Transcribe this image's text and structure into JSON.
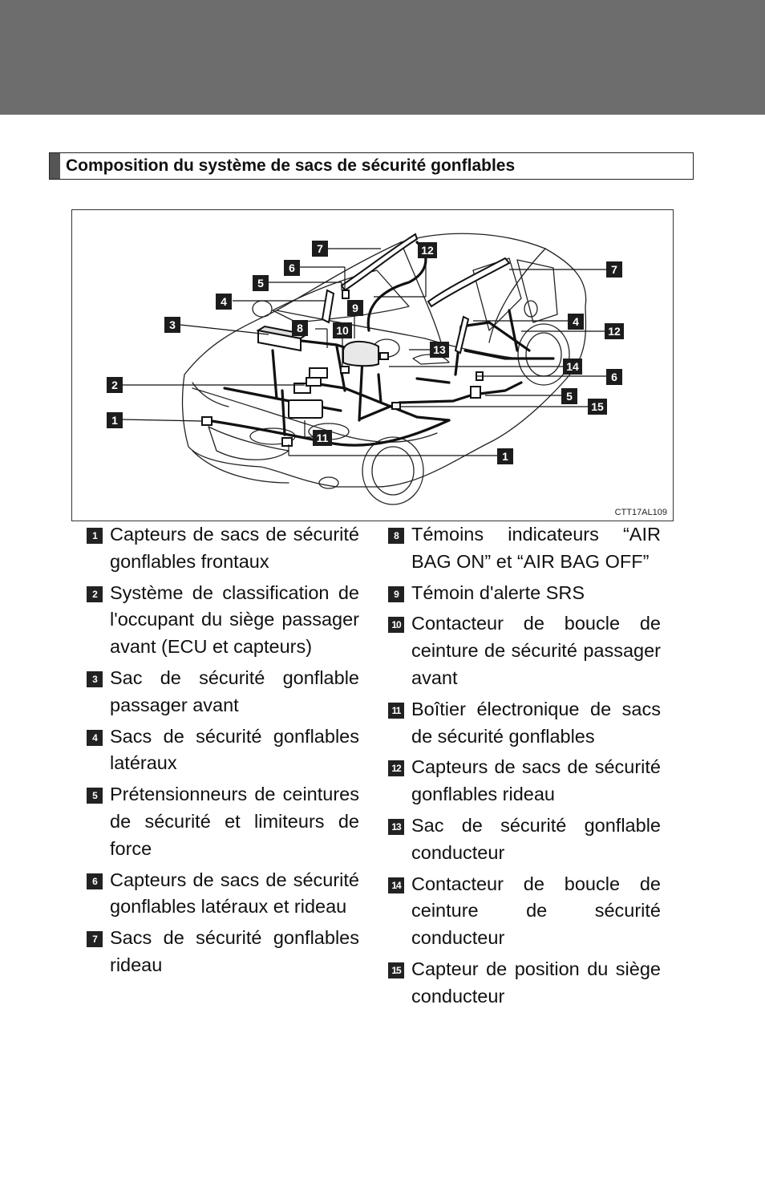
{
  "section": {
    "title": "Composition du système de sacs de sécurité gonflables"
  },
  "figure": {
    "code": "CTT17AL109"
  },
  "callouts": [
    "1",
    "2",
    "3",
    "4",
    "5",
    "6",
    "7",
    "8",
    "9",
    "10",
    "11",
    "12",
    "13",
    "14",
    "15"
  ],
  "legend_left": [
    {
      "num": "1",
      "text": "Capteurs de sacs de sécurité gonflables frontaux"
    },
    {
      "num": "2",
      "text": "Système de classification de l'occupant du siège passager avant (ECU et capteurs)"
    },
    {
      "num": "3",
      "text": "Sac de sécurité gonflable passager avant"
    },
    {
      "num": "4",
      "text": "Sacs de sécurité gonflables latéraux"
    },
    {
      "num": "5",
      "text": "Prétensionneurs de ceintures de sécurité et limiteurs de force"
    },
    {
      "num": "6",
      "text": "Capteurs de sacs de sécurité gonflables latéraux et rideau"
    },
    {
      "num": "7",
      "text": "Sacs de sécurité gonflables rideau"
    }
  ],
  "legend_right": [
    {
      "num": "8",
      "text": "Témoins indicateurs “AIR BAG ON” et “AIR BAG OFF”"
    },
    {
      "num": "9",
      "text": "Témoin d'alerte SRS"
    },
    {
      "num": "10",
      "text": "Contacteur de boucle de ceinture de sécurité passager avant"
    },
    {
      "num": "11",
      "text": "Boîtier électronique de sacs de sécurité gonflables"
    },
    {
      "num": "12",
      "text": "Capteurs de sacs de sécurité gonflables rideau"
    },
    {
      "num": "13",
      "text": "Sac de sécurité gonflable conducteur"
    },
    {
      "num": "14",
      "text": "Contacteur de boucle de ceinture de sécurité conducteur"
    },
    {
      "num": "15",
      "text": "Capteur de position du siège conducteur"
    }
  ]
}
